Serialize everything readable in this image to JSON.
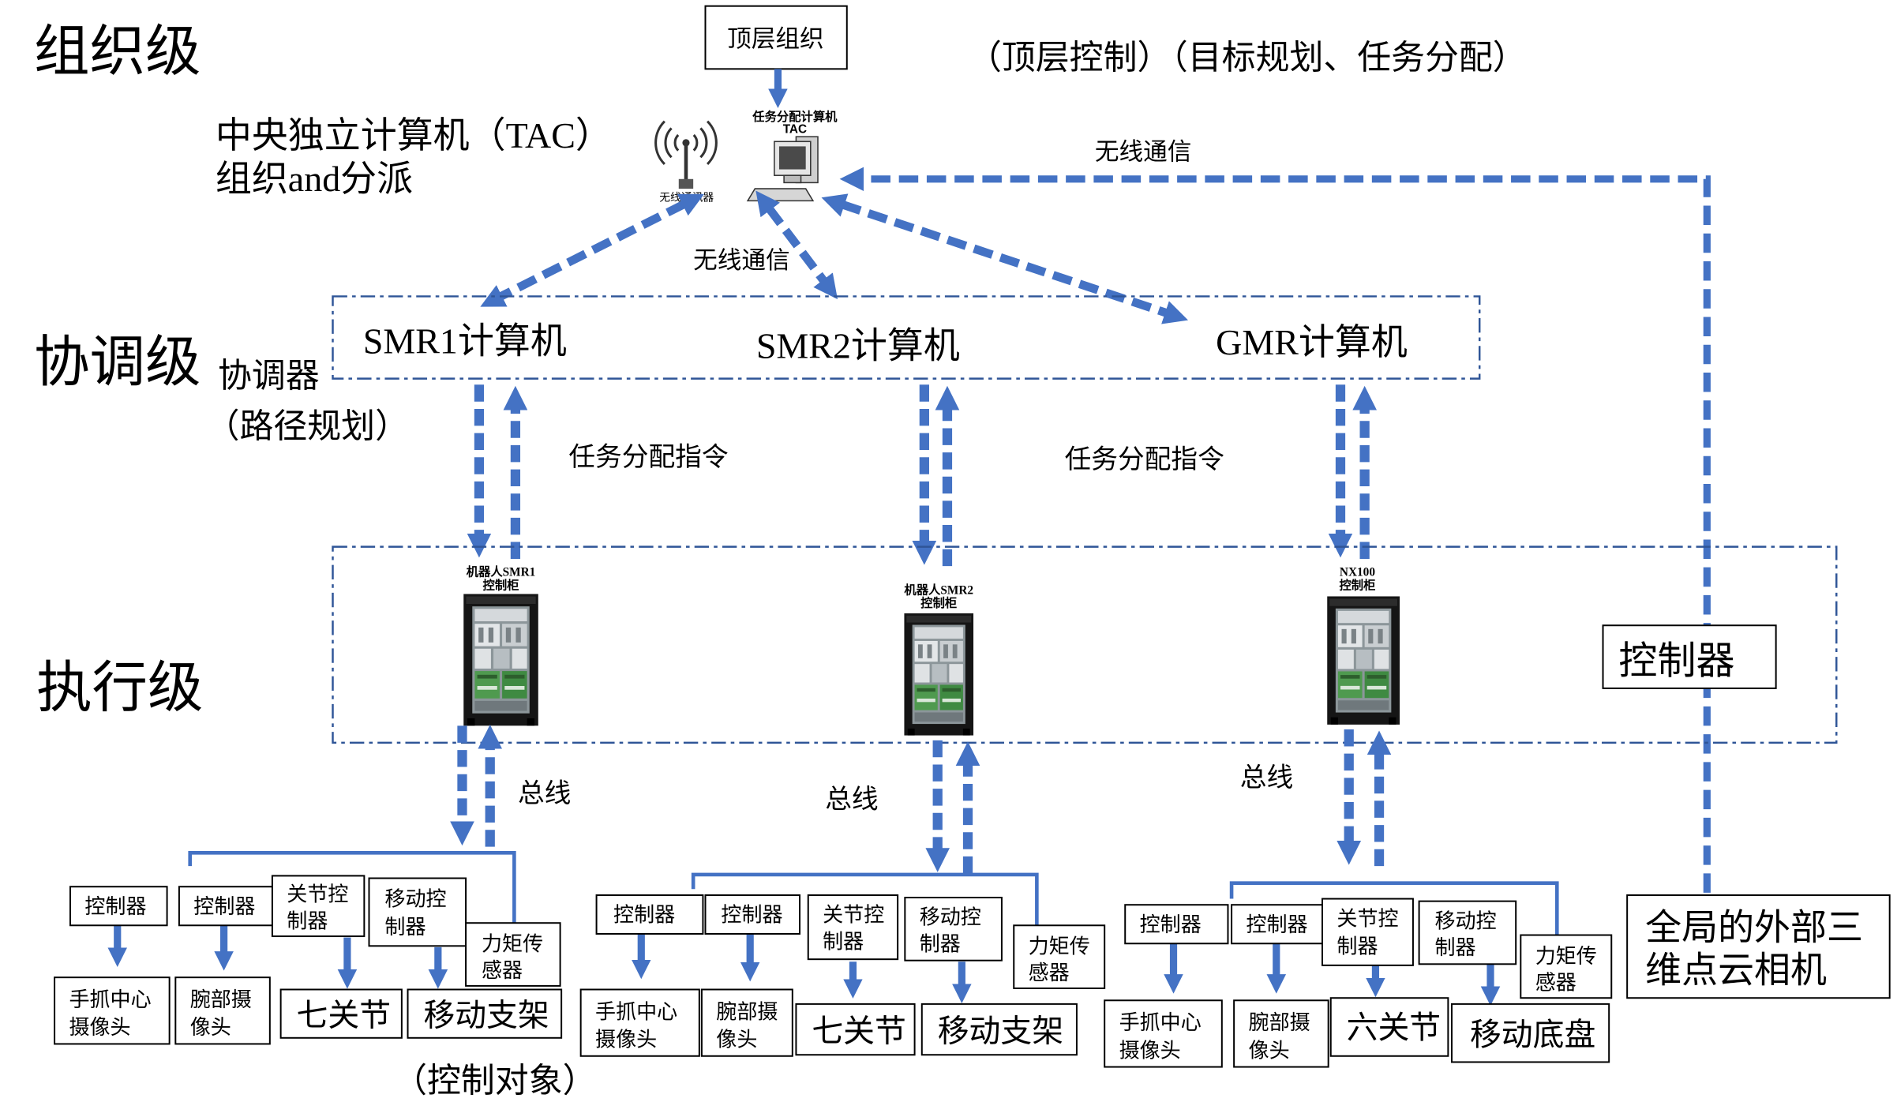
{
  "levels": {
    "organization": "组织级",
    "coordination": "协调级",
    "execution": "执行级"
  },
  "organization": {
    "top_org": "顶层组织",
    "top_control_note": "（顶层控制）（目标规划、任务分配）",
    "tac_title": "中央独立计算机（TAC）",
    "tac_subtitle": "组织and分派",
    "router_label": "无线通讯器",
    "computer_label": [
      "任务分配计算机",
      "TAC"
    ],
    "wireless_labels": [
      "无线通信",
      "无线通信"
    ]
  },
  "coordination": {
    "coordinator": "协调器",
    "coordinator_role": "（路径规划）",
    "computers": [
      "SMR1计算机",
      "SMR2计算机",
      "GMR计算机"
    ],
    "command_labels": [
      "任务分配指令",
      "任务分配指令"
    ]
  },
  "execution": {
    "cabinets": [
      {
        "label": [
          "机器人SMR1",
          "控制柜"
        ]
      },
      {
        "label": [
          "机器人SMR2",
          "控制柜"
        ]
      },
      {
        "label": [
          "NX100",
          "控制柜"
        ]
      }
    ],
    "controller": "控制器",
    "bus_labels": [
      "总线",
      "总线",
      "总线"
    ]
  },
  "robots": [
    {
      "components": [
        {
          "lines": [
            "控制器"
          ]
        },
        {
          "lines": [
            "控制器"
          ]
        },
        {
          "lines": [
            "关节控",
            "制器"
          ]
        },
        {
          "lines": [
            "移动控",
            "制器"
          ]
        },
        {
          "lines": [
            "力矩传",
            "感器"
          ]
        }
      ],
      "objects": [
        {
          "lines": [
            "手抓中心",
            "摄像头"
          ]
        },
        {
          "lines": [
            "腕部摄",
            "像头"
          ]
        },
        {
          "lines": [
            "七关节"
          ]
        },
        {
          "lines": [
            "移动支架"
          ]
        }
      ]
    },
    {
      "components": [
        {
          "lines": [
            "控制器"
          ]
        },
        {
          "lines": [
            "控制器"
          ]
        },
        {
          "lines": [
            "关节控",
            "制器"
          ]
        },
        {
          "lines": [
            "移动控",
            "制器"
          ]
        },
        {
          "lines": [
            "力矩传",
            "感器"
          ]
        }
      ],
      "objects": [
        {
          "lines": [
            "手抓中心",
            "摄像头"
          ]
        },
        {
          "lines": [
            "腕部摄",
            "像头"
          ]
        },
        {
          "lines": [
            "七关节"
          ]
        },
        {
          "lines": [
            "移动支架"
          ]
        }
      ]
    },
    {
      "components": [
        {
          "lines": [
            "控制器"
          ]
        },
        {
          "lines": [
            "控制器"
          ]
        },
        {
          "lines": [
            "关节控",
            "制器"
          ]
        },
        {
          "lines": [
            "移动控",
            "制器"
          ]
        },
        {
          "lines": [
            "力矩传",
            "感器"
          ]
        }
      ],
      "objects": [
        {
          "lines": [
            "手抓中心",
            "摄像头"
          ]
        },
        {
          "lines": [
            "腕部摄",
            "像头"
          ]
        },
        {
          "lines": [
            "六关节"
          ]
        },
        {
          "lines": [
            "移动底盘"
          ]
        }
      ]
    }
  ],
  "control_objects_label": "（控制对象）",
  "global_camera": {
    "lines": [
      "全局的外部三",
      "维点云相机"
    ]
  },
  "icons": {
    "router": "wireless-router-icon",
    "computer": "computer-icon",
    "cabinet": "control-cabinet-icon"
  },
  "colors": {
    "arrow": "#4472C4",
    "frame": "#2F5597"
  }
}
